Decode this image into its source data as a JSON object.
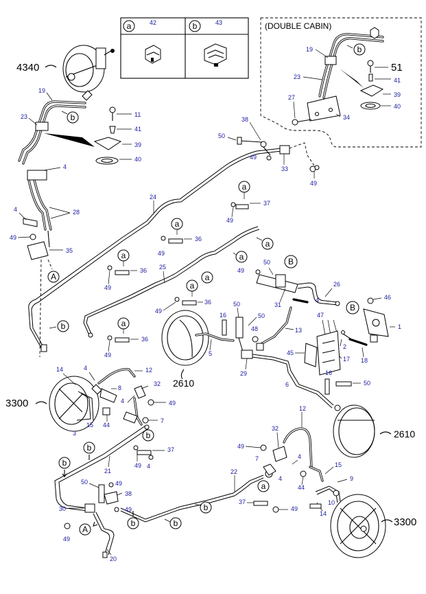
{
  "legend": {
    "a": {
      "letter": "a",
      "part": "42"
    },
    "b": {
      "letter": "b",
      "part": "43"
    }
  },
  "inset": {
    "title": "(DOUBLE CABIN)"
  },
  "group_refs": {
    "booster": "4340",
    "drum_front_left": "3300",
    "drum_front_right": "3300",
    "drum_rear_left": "2610",
    "drum_rear_right": "2610"
  },
  "parts": {
    "p1": "1",
    "p2": "2",
    "p3": "3",
    "p4": "4",
    "p5": "5",
    "p6": "6",
    "p7": "7",
    "p8": "8",
    "p9": "9",
    "p10": "10",
    "p11": "11",
    "p12": "12",
    "p13": "13",
    "p14": "14",
    "p15": "15",
    "p16": "16",
    "p17": "17",
    "p18": "18",
    "p19": "19",
    "p20": "20",
    "p21": "21",
    "p22": "22",
    "p23": "23",
    "p24": "24",
    "p25": "25",
    "p26": "26",
    "p27": "27",
    "p28": "28",
    "p29": "29",
    "p30": "30",
    "p31": "31",
    "p32": "32",
    "p33": "33",
    "p34": "34",
    "p35": "35",
    "p36": "36",
    "p37": "37",
    "p38": "38",
    "p39": "39",
    "p40": "40",
    "p41": "41",
    "p44": "44",
    "p45": "45",
    "p46": "46",
    "p47": "47",
    "p48": "48",
    "p49": "49",
    "p50": "50",
    "p51": "51"
  },
  "bubbles": {
    "a": "a",
    "b": "b",
    "A": "A",
    "B": "B"
  }
}
